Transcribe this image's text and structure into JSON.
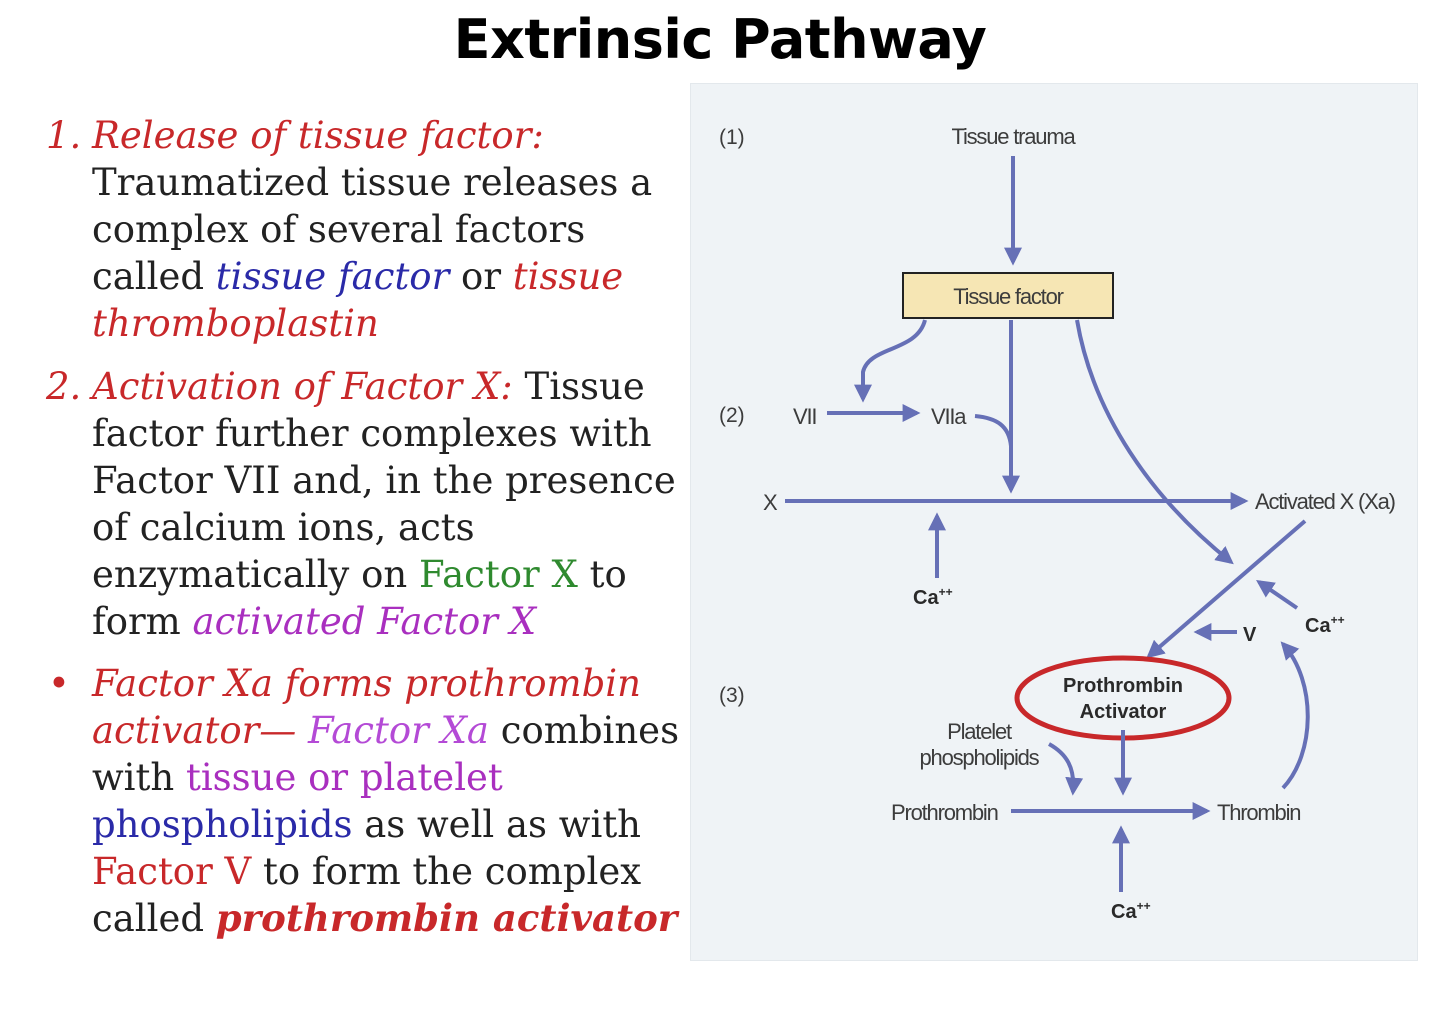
{
  "title": "Extrinsic Pathway",
  "steps": [
    {
      "marker": "1.",
      "heading": "Release of tissue factor:",
      "segments": [
        {
          "t": "Traumatized tissue releases a complex of several factors called ",
          "style": "plain"
        },
        {
          "t": "tissue factor",
          "style": "blue-it"
        },
        {
          "t": " or ",
          "style": "plain"
        },
        {
          "t": "tissue thromboplastin",
          "style": "red-it"
        }
      ]
    },
    {
      "marker": "2.",
      "heading": "Activation of Factor X:",
      "segments": [
        {
          "t": " Tissue factor further complexes with Factor VII and, in the presence of calcium ions, acts enzymatically on ",
          "style": "plain"
        },
        {
          "t": "Factor X",
          "style": "green"
        },
        {
          "t": " to form ",
          "style": "plain"
        },
        {
          "t": "activated Factor X",
          "style": "purple-it"
        }
      ]
    },
    {
      "marker": "•",
      "heading": "Factor Xa forms prothrombin activator—",
      "segments": [
        {
          "t": "  Factor Xa",
          "style": "lilac-it"
        },
        {
          "t": " combines with ",
          "style": "plain"
        },
        {
          "t": "tissue or platelet",
          "style": "purple"
        },
        {
          "t": " phospholipids",
          "style": "blue"
        },
        {
          "t": " as well as with ",
          "style": "plain"
        },
        {
          "t": "Factor V",
          "style": "red"
        },
        {
          "t": " to form the complex called ",
          "style": "plain"
        },
        {
          "t": "prothrombin activator",
          "style": "red-bold-it"
        }
      ]
    }
  ],
  "diagram": {
    "stage_labels": [
      "(1)",
      "(2)",
      "(3)"
    ],
    "tissue_trauma": "Tissue trauma",
    "tissue_factor": "Tissue factor",
    "vii": "VII",
    "viia": "VIIa",
    "x": "X",
    "activated_x": "Activated X (Xa)",
    "ca": "Ca",
    "ca_sup": "++",
    "v": "V",
    "prothrombin_activator_line1": "Prothrombin",
    "prothrombin_activator_line2": "Activator",
    "platelet_line1": "Platelet",
    "platelet_line2": "phospholipids",
    "prothrombin": "Prothrombin",
    "thrombin": "Thrombin",
    "colors": {
      "arrow": "#6670b6",
      "box_fill": "#f6e6b4",
      "highlight_ring": "#c8282a",
      "panel_bg": "#eff3f6"
    }
  }
}
